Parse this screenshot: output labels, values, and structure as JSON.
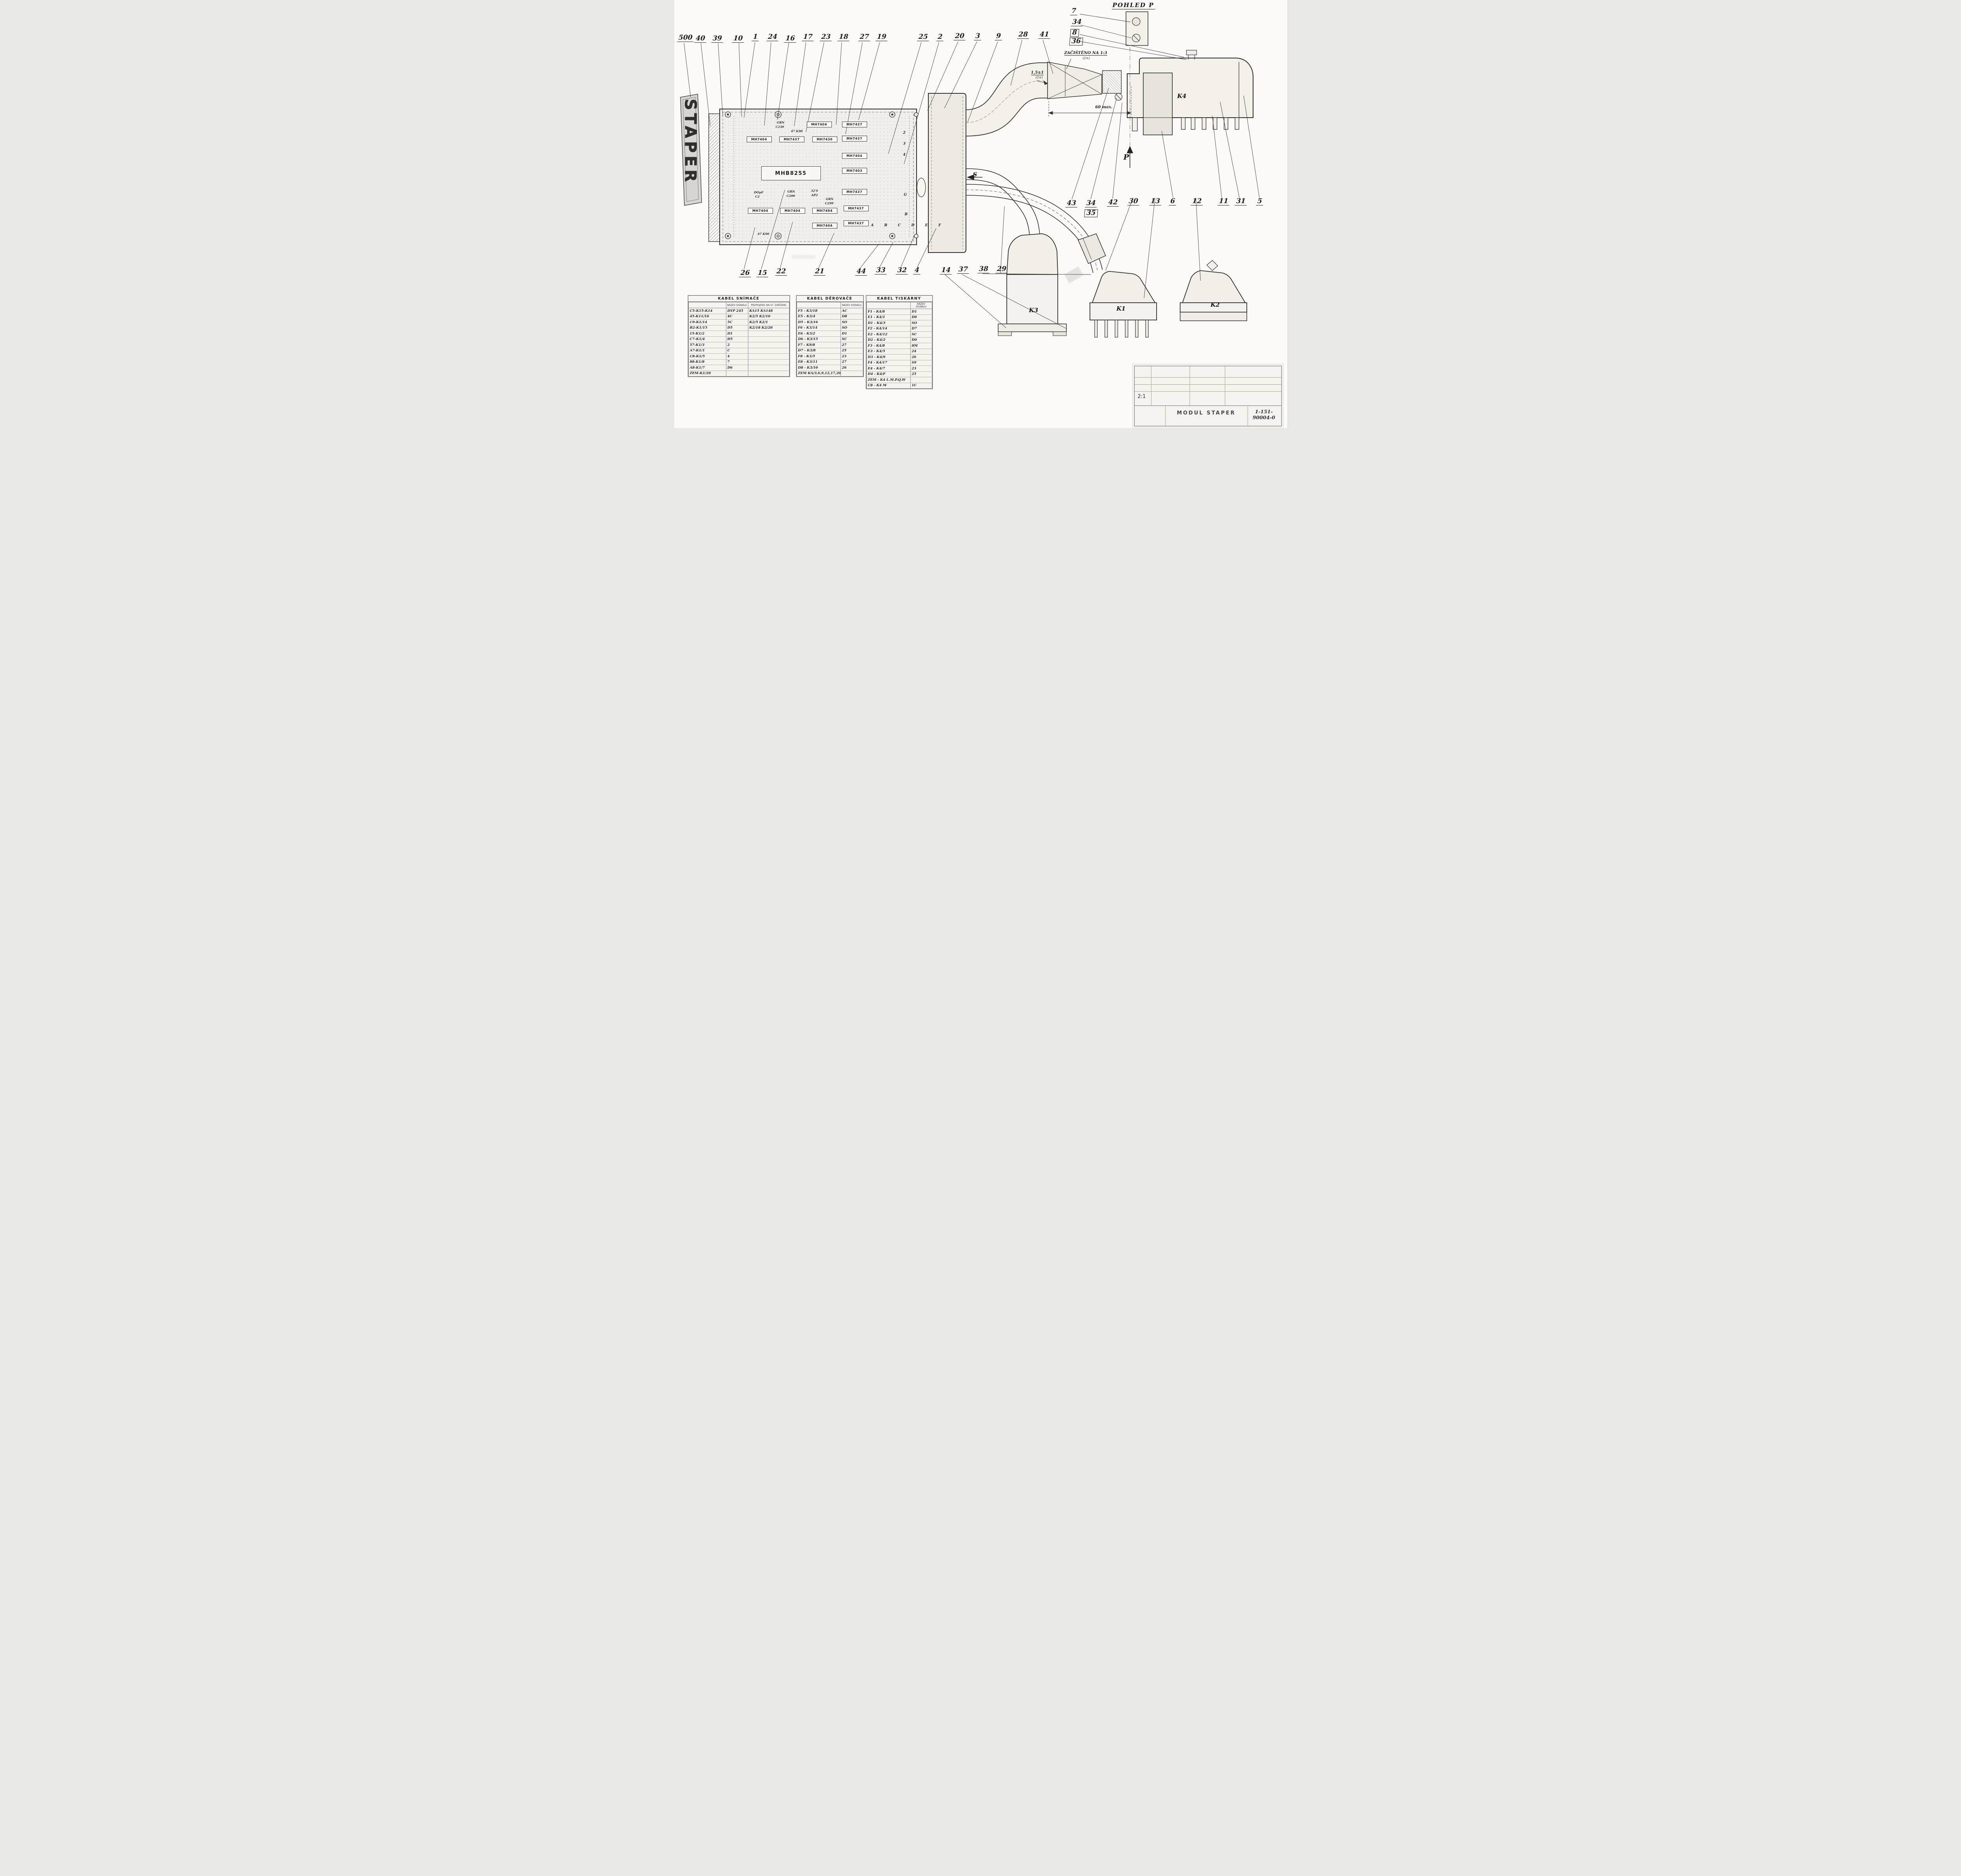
{
  "drawing": {
    "view_label": "POHLED  P",
    "p_arrow": "P",
    "s_arrow": "S",
    "note_line1": "ZAČIŠTĚNO NA 1:3",
    "note_line2": "(2×)",
    "dim_60": "60 max.",
    "dim_15": "1,5±1",
    "dim_15_sub": "(2×)",
    "side_logo": "STAPER"
  },
  "callouts": {
    "n500": "500",
    "n40": "40",
    "n39": "39",
    "n10": "10",
    "n1": "1",
    "n24": "24",
    "n16": "16",
    "n17": "17",
    "n23": "23",
    "n18": "18",
    "n27": "27",
    "n19": "19",
    "n25": "25",
    "n2": "2",
    "n20": "20",
    "n3": "3",
    "n9": "9",
    "n28": "28",
    "n41": "41",
    "n7": "7",
    "n34a": "34",
    "n8": "8",
    "n36": "36",
    "n43": "43",
    "n34b": "34",
    "n35": "35",
    "n42": "42",
    "n30": "30",
    "n13": "13",
    "n6": "6",
    "n12": "12",
    "n11": "11",
    "n31": "31",
    "n5": "5",
    "n26": "26",
    "n15": "15",
    "n22": "22",
    "n21": "21",
    "n44": "44",
    "n33": "33",
    "n32": "32",
    "n4": "4",
    "n14": "14",
    "n37": "37",
    "n38": "38",
    "n29": "29"
  },
  "connectors": {
    "k1": "K1",
    "k2": "K2",
    "k3": "K3",
    "k4": "K4"
  },
  "pcb": {
    "ics": [
      "MH7404",
      "MH7437",
      "MH7404",
      "MH7437",
      "MH7430",
      "MH7437",
      "MH7404",
      "MH7403",
      "MHB8255",
      "MH7437",
      "MH7404",
      "MH7404",
      "MH7404",
      "MH7437",
      "MH7404",
      "MH7437"
    ],
    "notes": [
      "DOµF",
      "C2",
      "GRN",
      "C200",
      "32'S",
      "AP2",
      "GRN",
      "C299",
      "GRN",
      "C230",
      "47 K90",
      "47 K90"
    ],
    "edge_letters": "A B C D E F",
    "edge_digits": [
      "2",
      "3",
      "4",
      "G",
      "B"
    ]
  },
  "tables": [
    {
      "title": "KABEL SNÍMAČE",
      "col_headers": [
        "",
        "NÁZEV SIGNÁLU",
        "PROPOJENO NA ST. ZAŘÍZENÍ"
      ],
      "rows": [
        [
          "C5-K15-K14",
          "DYP 245",
          "KA15  KA148"
        ],
        [
          "45-K11/16",
          "4C",
          "K2/5  K2/10"
        ],
        [
          "C9-K1/14",
          "5C",
          "K2/5  K2/1"
        ],
        [
          "B2-K1/15",
          "D5",
          "K2/18  K2/20"
        ],
        [
          "15-K1/2",
          "D1",
          ""
        ],
        [
          "C7-K1/4",
          "D5",
          ""
        ],
        [
          "57-K1/3",
          "2",
          ""
        ],
        [
          "A7-K1/1",
          "C",
          ""
        ],
        [
          "C8-K1/5",
          "4",
          ""
        ],
        [
          "88-K1/8",
          "7",
          ""
        ],
        [
          "A8-K1/7",
          "D6",
          ""
        ],
        [
          "ZEM-K1/20",
          "",
          ""
        ]
      ]
    },
    {
      "title": "KABEL DĚROVAČE",
      "col_headers": [
        "",
        "NÁZEV SIGNÁLU"
      ],
      "rows": [
        [
          "F5 - K3/18",
          "AC"
        ],
        [
          "E5 - K3/4",
          "D8"
        ],
        [
          "D5 - K3/16",
          "SO"
        ],
        [
          "F6 - K3/14",
          "SO"
        ],
        [
          "E6 - K3/2",
          "D1"
        ],
        [
          "D6 - K3/15",
          "SC"
        ],
        [
          "F7 - K9/8",
          "27"
        ],
        [
          "D7 - K3/8",
          "25"
        ],
        [
          "F8 - K3/5",
          "23"
        ],
        [
          "E8 - K3/11",
          "27"
        ],
        [
          "D8 - K3/10",
          "26"
        ],
        [
          "ZEM KA/3,6,9,12,17,20",
          ""
        ]
      ]
    },
    {
      "title": "KABEL TISKÁRNY",
      "col_headers": [
        "",
        "NÁZEV SIGNÁLU"
      ],
      "rows": [
        [
          "F1 - K4/8",
          "D1"
        ],
        [
          "E1 - K4/1",
          "D0"
        ],
        [
          "D1 - K4/3",
          "SO"
        ],
        [
          "F2 - K4/14",
          "D7"
        ],
        [
          "E2 - K4/12",
          "SC"
        ],
        [
          "D2 - K4/2",
          "D0"
        ],
        [
          "F3 - K4/8",
          "8M"
        ],
        [
          "E3 - K4/5",
          "24"
        ],
        [
          "D3 - K4/9",
          "26"
        ],
        [
          "F4 - K4/17",
          "S9"
        ],
        [
          "E4 - K4/7",
          "23"
        ],
        [
          "D4 - K4/F",
          "25"
        ],
        [
          "ZEM - K4 L.M.P.Q.W",
          ""
        ],
        [
          "C8 - K4 M",
          "1C"
        ]
      ]
    }
  ],
  "title_block": {
    "scale": "2:1",
    "title": "MODUL STAPER",
    "number": "1-151-90004-0"
  }
}
